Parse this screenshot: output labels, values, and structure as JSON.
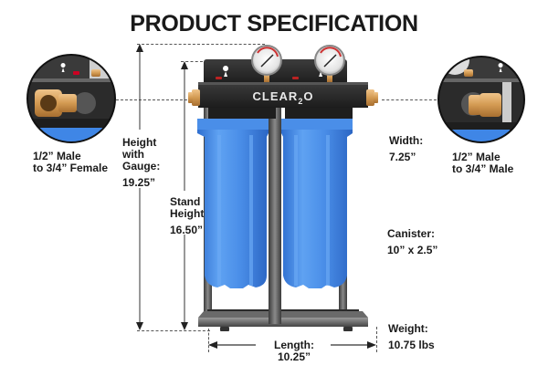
{
  "title": "PRODUCT SPECIFICATION",
  "brand": {
    "logo_text": "CLEAR2O",
    "logo_main": "CLEAR",
    "logo_sub": "2",
    "logo_end": "O"
  },
  "specs": {
    "height_with_gauge": {
      "label_line1": "Height",
      "label_line2": "with",
      "label_line3": "Gauge:",
      "value": "19.25”"
    },
    "stand_height": {
      "label_line1": "Stand",
      "label_line2": "Height:",
      "value": "16.50”"
    },
    "width": {
      "label": "Width:",
      "value": "7.25”"
    },
    "canister": {
      "label": "Canister:",
      "value": "10” x 2.5”"
    },
    "weight": {
      "label": "Weight:",
      "value": "10.75 lbs"
    },
    "length": {
      "label": "Length: 10.25”"
    }
  },
  "inlet": {
    "line1": "1/2” Male",
    "line2": "to 3/4” Female"
  },
  "outlet": {
    "line1": "1/2” Male",
    "line2": "to 3/4” Male"
  },
  "colors": {
    "canister_blue": "#3f86e6",
    "frame_gray": "#5a5a5a",
    "brass": "#d9a25a",
    "text": "#1a1a1a"
  }
}
